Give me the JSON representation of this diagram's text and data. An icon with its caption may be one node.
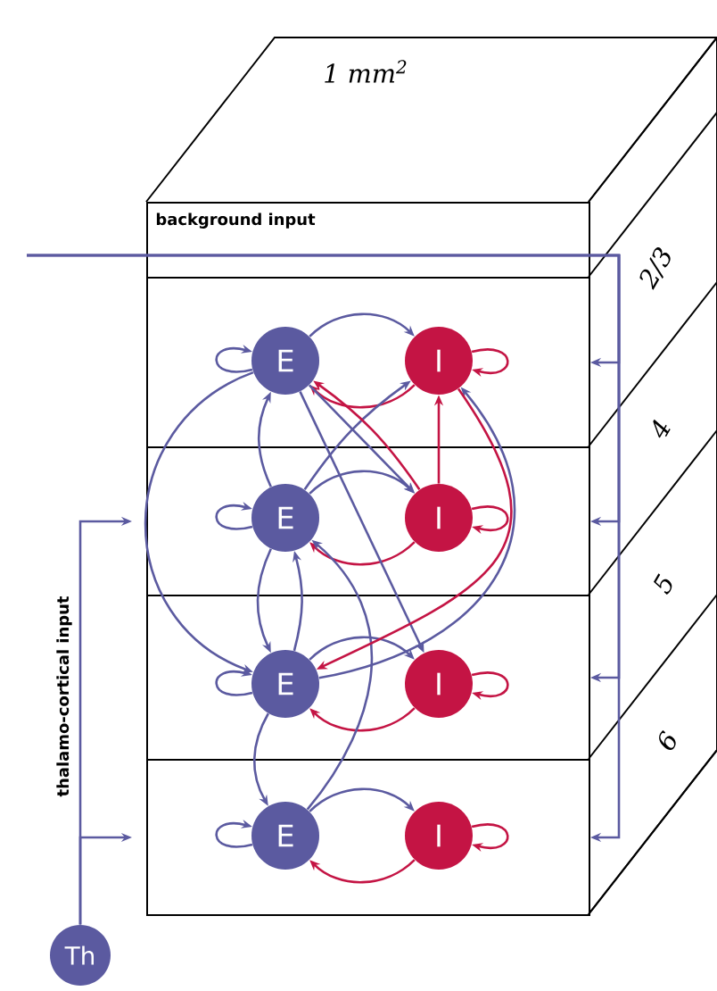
{
  "diagram": {
    "nodes": [
      {
        "text": [
          "background input"
        ]
      },
      {
        "text": [],
        "shape": "box"
      },
      {
        "text": [],
        "shape": "box"
      },
      {
        "text": [],
        "shape": "box"
      },
      {
        "text": [],
        "shape": "box"
      },
      {
        "text": [
          "E"
        ],
        "in": 1
      },
      {
        "text": [
          "I"
        ],
        "in": 1
      },
      {
        "text": [
          "E"
        ],
        "in": 2
      },
      {
        "text": [
          "I"
        ],
        "in": 2
      },
      {
        "text": [
          "E"
        ],
        "in": 3
      },
      {
        "text": [
          "I"
        ],
        "in": 3
      },
      {
        "text": [
          "E"
        ],
        "in": 4
      },
      {
        "text": [
          "I"
        ],
        "in": 4
      },
      {
        "text": [
          "Th"
        ]
      }
    ],
    "edges": [
      {
        "from": 5,
        "to": 5,
        "arrow": "to"
      },
      {
        "from": 6,
        "to": 6,
        "arrow": "to",
        "color": "#c41444"
      },
      {
        "from": 5,
        "to": 6,
        "arrow": "to"
      },
      {
        "from": 6,
        "to": 5,
        "arrow": "to",
        "color": "#c41444"
      },
      {
        "from": 7,
        "to": 7,
        "arrow": "to"
      },
      {
        "from": 8,
        "to": 8,
        "arrow": "to",
        "color": "#c41444"
      },
      {
        "from": 7,
        "to": 8,
        "arrow": "to"
      },
      {
        "from": 8,
        "to": 7,
        "arrow": "to",
        "color": "#c41444"
      },
      {
        "from": 9,
        "to": 9,
        "arrow": "to"
      },
      {
        "from": 10,
        "to": 10,
        "arrow": "to",
        "color": "#c41444"
      },
      {
        "from": 9,
        "to": 10,
        "arrow": "to"
      },
      {
        "from": 10,
        "to": 9,
        "arrow": "to",
        "color": "#c41444"
      },
      {
        "from": 11,
        "to": 11,
        "arrow": "to"
      },
      {
        "from": 12,
        "to": 12,
        "arrow": "to",
        "color": "#c41444"
      },
      {
        "from": 11,
        "to": 12,
        "arrow": "to"
      },
      {
        "from": 12,
        "to": 11,
        "arrow": "to",
        "color": "#c41444"
      },
      {
        "from": 7,
        "to": 5,
        "arrow": "to"
      },
      {
        "from": 5,
        "to": 9,
        "arrow": "to"
      },
      {
        "from": 7,
        "to": 9,
        "arrow": "to"
      },
      {
        "from": 5,
        "to": 8,
        "arrow": "to"
      },
      {
        "from": 7,
        "to": 6,
        "arrow": "to"
      },
      {
        "from": 5,
        "to": 10,
        "arrow": "to"
      },
      {
        "from": 9,
        "to": 6,
        "arrow": "to"
      },
      {
        "from": 9,
        "to": 11,
        "arrow": "to"
      },
      {
        "from": 11,
        "to": 7,
        "arrow": "to"
      },
      {
        "from": 9,
        "to": 7,
        "arrow": "to"
      },
      {
        "from": 8,
        "to": 5,
        "arrow": "to",
        "color": "#c41444"
      },
      {
        "from": 8,
        "to": 6,
        "arrow": "to",
        "color": "#c41444"
      },
      {
        "from": 6,
        "to": 9,
        "arrow": "to",
        "color": "#c41444"
      },
      {
        "from": 13,
        "to": 2,
        "arrow": "to"
      },
      {
        "from": 13,
        "to": 4,
        "arrow": "to"
      },
      {
        "from": null,
        "to": 1,
        "arrow": "to"
      },
      {
        "from": null,
        "to": 2,
        "arrow": "to"
      },
      {
        "from": null,
        "to": 3,
        "arrow": "to"
      },
      {
        "from": null,
        "to": 4,
        "arrow": "to"
      }
    ],
    "labels": [
      "1 mm$^{2}$",
      "2/3",
      "4",
      "5",
      "6",
      "thalamo-cortical input"
    ]
  }
}
